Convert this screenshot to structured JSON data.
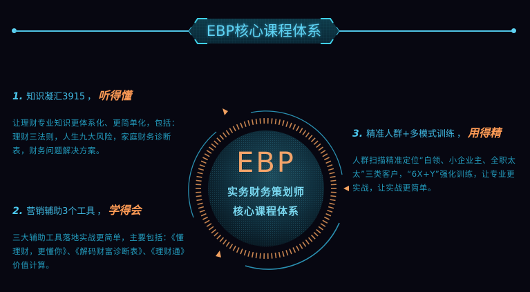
{
  "header": {
    "title": "EBP核心课程体系"
  },
  "center": {
    "brand": "EBP",
    "subtitle_line1": "实务财务策划师",
    "subtitle_line2": "核心课程体系"
  },
  "sections": [
    {
      "number": "1.",
      "title": "知识凝汇3915",
      "comma": "，",
      "highlight": "听得懂",
      "body": "让理财专业知识更体系化、更简单化，包括：理财三法则，人生九大风险，家庭财务诊断表，财务问题解决方案。"
    },
    {
      "number": "2.",
      "title": "营销辅助3个工具",
      "comma": "，",
      "highlight": "学得会",
      "body": "三大辅助工具落地实战更简单，主要包括：《懂理财，更懂你》、《解码财富诊断表》、《理财通》价值计算。"
    },
    {
      "number": "3.",
      "title": "精准人群+多模式训练",
      "comma": "，",
      "highlight": "用得精",
      "body": "人群扫描精准定位“白领、小企业主、全职太太”三类客户，“6X+Y”强化训练，让专业更实战，让实战更简单。"
    }
  ],
  "colors": {
    "background": "#070711",
    "accent_cyan": "#4fc4e6",
    "highlight_orange": "#ff9b55",
    "body_text": "#239bbd"
  },
  "icons": {
    "title_badge": "hexagon-badge",
    "ring_markers": "triangle-marker"
  }
}
